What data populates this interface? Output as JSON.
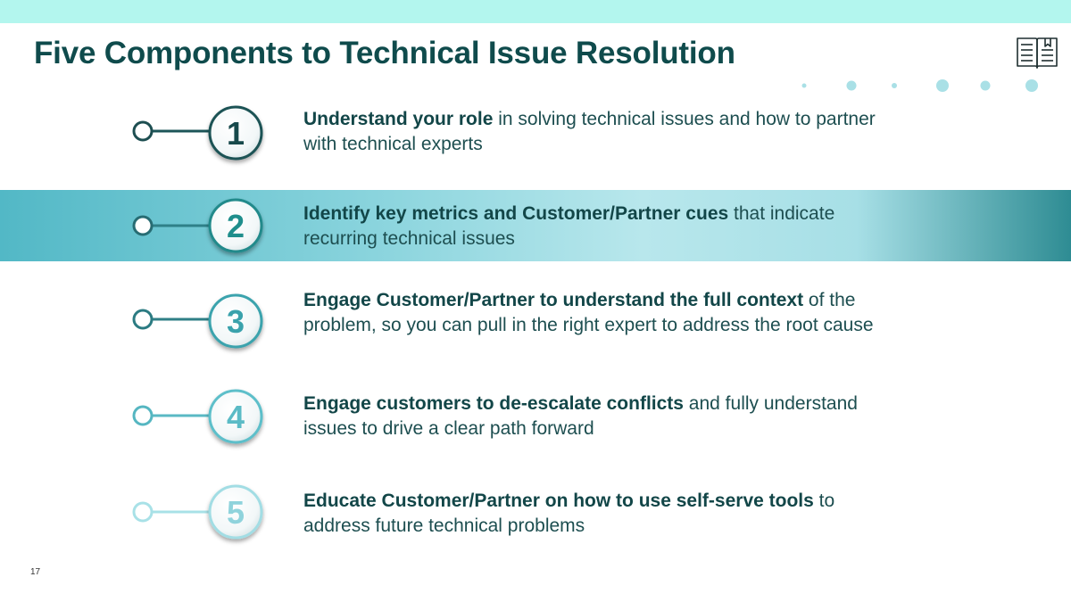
{
  "slide": {
    "title": "Five Components to Technical Issue Resolution",
    "page_number": "17",
    "icons": {
      "top_right": "open-book-icon"
    },
    "colors": {
      "accent_band": "#b3f6ee",
      "title": "#0f4b4c",
      "highlight_band": "#52b8c6"
    },
    "steps": [
      {
        "number": "1",
        "bold": "Understand your role",
        "rest": " in solving technical issues and how to partner with technical experts",
        "highlighted": false
      },
      {
        "number": "2",
        "bold": "Identify key metrics and Customer/Partner cues",
        "rest": " that indicate recurring technical issues",
        "highlighted": true
      },
      {
        "number": "3",
        "bold": "Engage Customer/Partner to understand the full context",
        "rest": " of the problem, so you can pull in the right expert to address the root cause",
        "highlighted": false
      },
      {
        "number": "4",
        "bold": "Engage customers to de-escalate conflicts",
        "rest": " and fully understand issues to drive a clear path forward",
        "highlighted": false
      },
      {
        "number": "5",
        "bold": "Educate Customer/Partner on how to use self-serve tools",
        "rest": " to address future technical problems",
        "highlighted": false
      }
    ]
  }
}
